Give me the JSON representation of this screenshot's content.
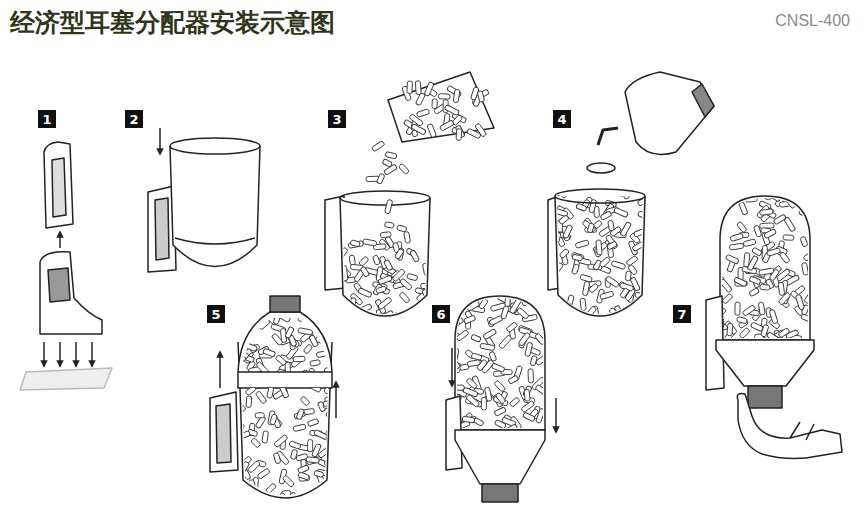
{
  "diagram": {
    "title": "经济型耳塞分配器安装示意图",
    "nodes": [
      {
        "text": [
          "1"
        ]
      },
      {
        "text": [
          "2"
        ]
      },
      {
        "text": [
          "3"
        ]
      },
      {
        "text": [
          "4"
        ]
      },
      {
        "text": [
          "5"
        ]
      },
      {
        "text": [
          "6"
        ]
      },
      {
        "text": [
          "7"
        ]
      }
    ],
    "labels": [
      "CNSL-400"
    ]
  }
}
